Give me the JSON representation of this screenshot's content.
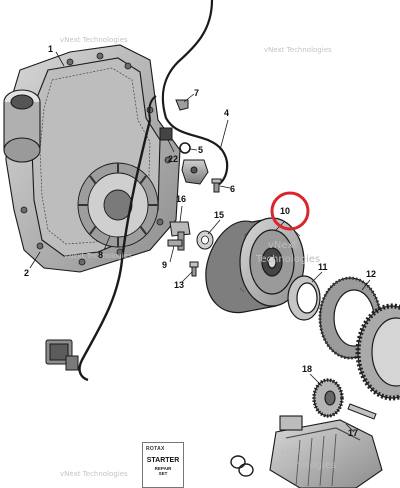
{
  "callouts": {
    "c1": "1",
    "c2": "2",
    "c4": "4",
    "c5": "5",
    "c6": "6",
    "c7": "7",
    "c8": "8",
    "c9": "9",
    "c10": "10",
    "c11": "11",
    "c12": "12",
    "c13": "13",
    "c15": "15",
    "c16": "16",
    "c17": "17",
    "c18": "18",
    "c22": "22"
  },
  "watermark": {
    "line1": "vNext Technologies",
    "line2": "vNext",
    "line3": "Technologies"
  },
  "repair_kit": {
    "brand": "ROTAX",
    "title": "STARTER",
    "line1": "REPAIR",
    "line2": "SET"
  },
  "colors": {
    "highlight_circle": "#d9252b",
    "line_art": "#1a1a1a"
  }
}
